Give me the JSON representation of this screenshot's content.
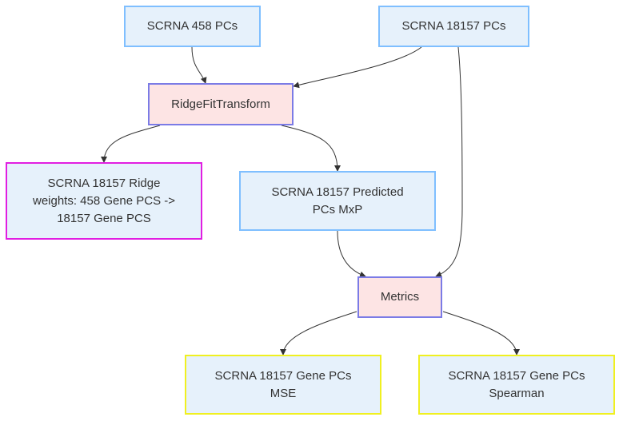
{
  "nodes": {
    "pcs_458": {
      "label": "SCRNA 458 PCs"
    },
    "pcs_18157": {
      "label": "SCRNA 18157 PCs"
    },
    "ridge_fit": {
      "label": "RidgeFitTransform"
    },
    "ridge_weights": {
      "label": "SCRNA 18157 Ridge weights: 458 Gene PCS -> 18157 Gene PCS"
    },
    "predicted": {
      "label": "SCRNA 18157 Predicted PCs MxP"
    },
    "metrics": {
      "label": "Metrics"
    },
    "mse": {
      "label": "SCRNA 18157 Gene PCs MSE"
    },
    "spearman": {
      "label": "SCRNA 18157 Gene PCs Spearman"
    }
  },
  "colors": {
    "data_fill": "#e6f1fb",
    "data_border": "#7fbfff",
    "op_fill": "#fde4e4",
    "op_border": "#7b7be6",
    "model_border": "#e11ee1",
    "metric_border": "#f0f020",
    "edge": "#333333"
  }
}
